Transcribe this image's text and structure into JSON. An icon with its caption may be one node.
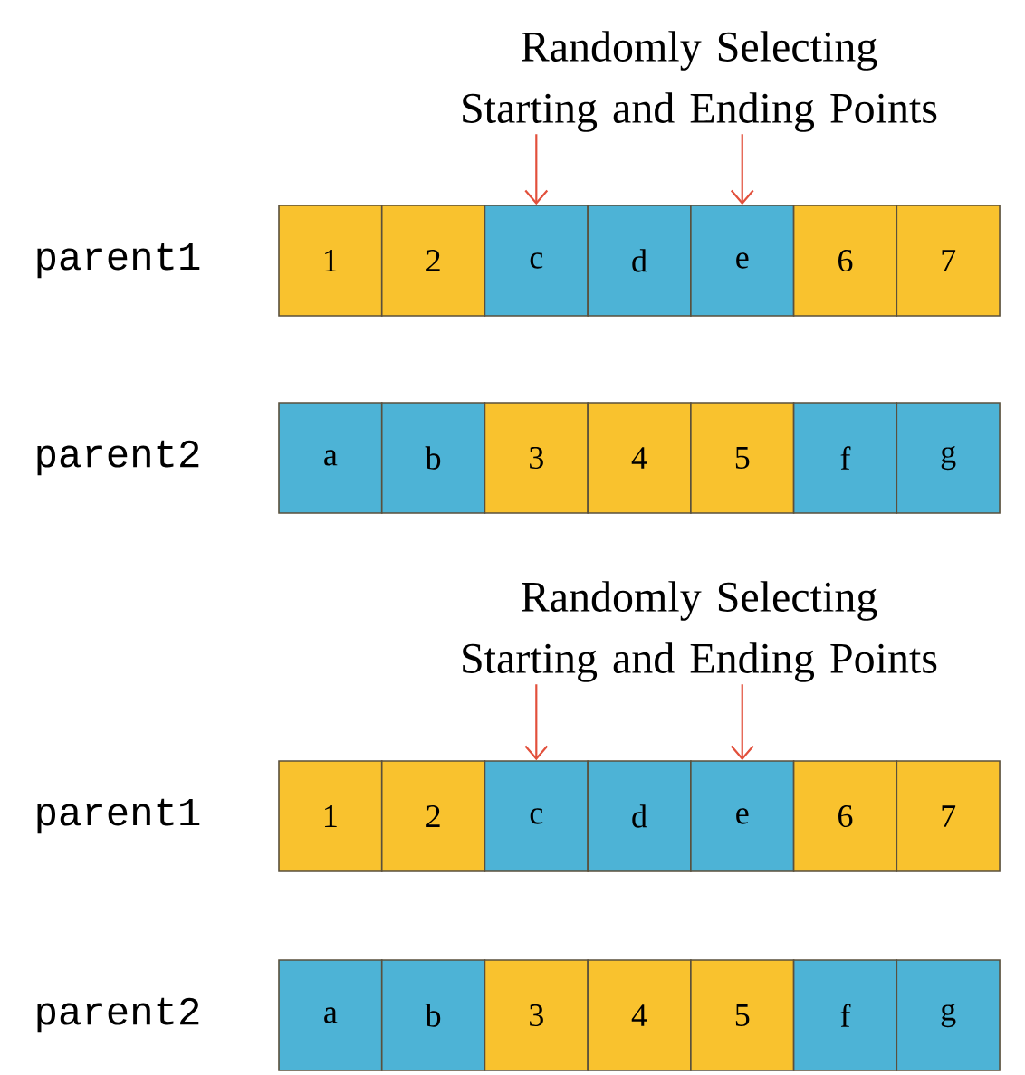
{
  "diagram": {
    "nodes": [
      {
        "text": [
          "Randomly Selecting Starting and Ending Points"
        ]
      },
      {
        "text": [
          "1"
        ]
      },
      {
        "text": [
          "2"
        ]
      },
      {
        "text": [
          "c"
        ]
      },
      {
        "text": [
          "d"
        ]
      },
      {
        "text": [
          "e"
        ]
      },
      {
        "text": [
          "6"
        ]
      },
      {
        "text": [
          "7"
        ]
      },
      {
        "text": [
          "a"
        ]
      },
      {
        "text": [
          "b"
        ]
      },
      {
        "text": [
          "3"
        ]
      },
      {
        "text": [
          "4"
        ]
      },
      {
        "text": [
          "5"
        ]
      },
      {
        "text": [
          "f"
        ]
      },
      {
        "text": [
          "g"
        ]
      },
      {
        "text": [
          "Randomly Selecting Starting and Ending Points"
        ]
      },
      {
        "text": [
          "1"
        ]
      },
      {
        "text": [
          "2"
        ]
      },
      {
        "text": [
          "c"
        ]
      },
      {
        "text": [
          "d"
        ]
      },
      {
        "text": [
          "e"
        ]
      },
      {
        "text": [
          "6"
        ]
      },
      {
        "text": [
          "7"
        ]
      },
      {
        "text": [
          "a"
        ]
      },
      {
        "text": [
          "b"
        ]
      },
      {
        "text": [
          "3"
        ]
      },
      {
        "text": [
          "4"
        ]
      },
      {
        "text": [
          "5"
        ]
      },
      {
        "text": [
          "f"
        ]
      },
      {
        "text": [
          "g"
        ]
      }
    ],
    "edges": [
      {
        "from": 0,
        "to": 3,
        "arrow": "to"
      },
      {
        "from": 0,
        "to": 5,
        "arrow": "to"
      },
      {
        "from": 15,
        "to": 18,
        "arrow": "to"
      },
      {
        "from": 15,
        "to": 20,
        "arrow": "to"
      }
    ],
    "labels": [
      "parent1",
      "parent2",
      "parent1",
      "parent2"
    ]
  }
}
